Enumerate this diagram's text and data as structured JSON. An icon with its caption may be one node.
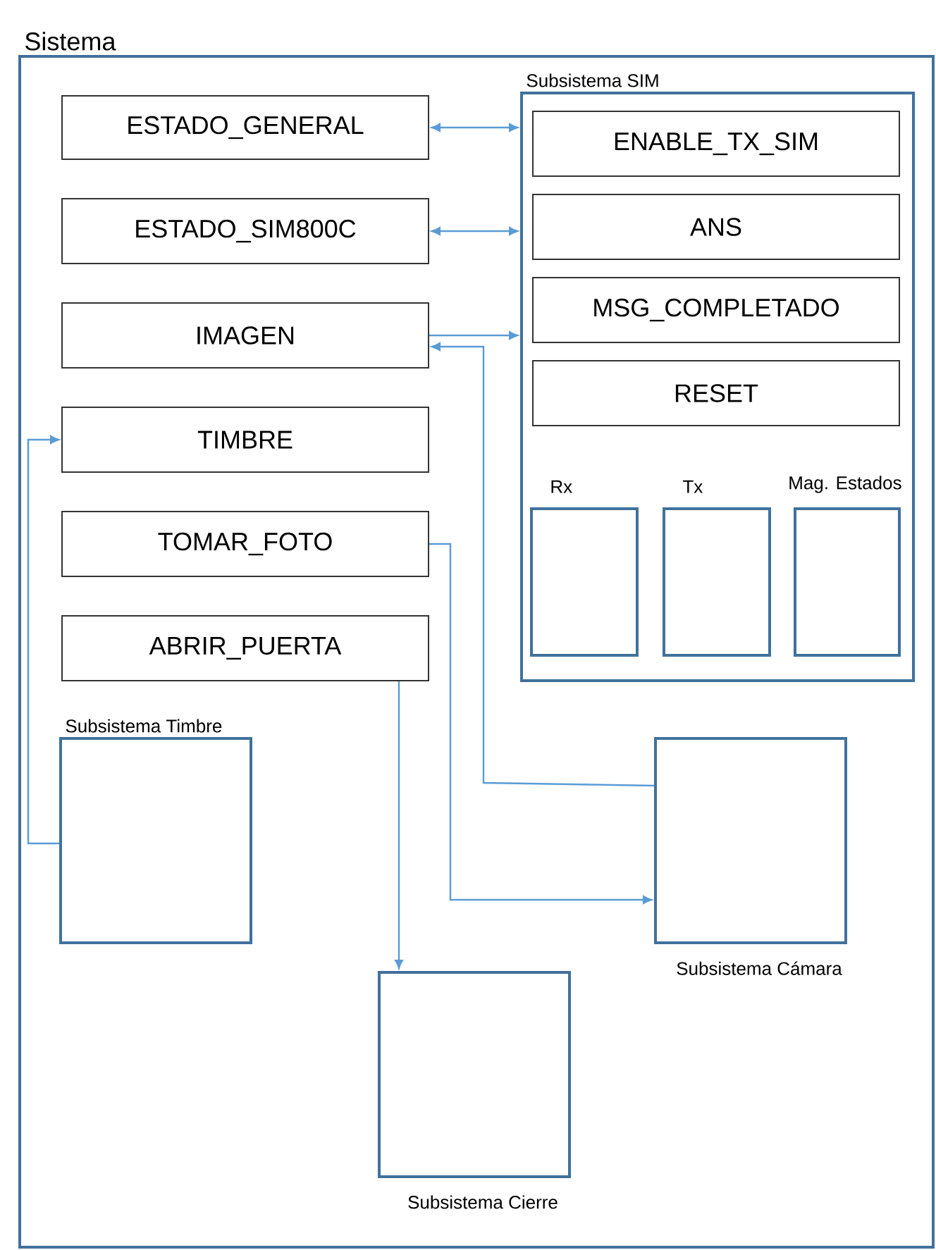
{
  "diagram": {
    "nodes": [
      {
        "text": [
          "Sistema"
        ]
      },
      {
        "text": [
          "ESTADO_GENERAL"
        ],
        "in": 0
      },
      {
        "text": [
          "ESTADO_SIM800C"
        ],
        "in": 0
      },
      {
        "text": [
          "IMAGEN"
        ],
        "in": 0
      },
      {
        "text": [
          "TIMBRE"
        ],
        "in": 0
      },
      {
        "text": [
          "TOMAR_FOTO"
        ],
        "in": 0
      },
      {
        "text": [
          "ABRIR_PUERTA"
        ],
        "in": 0
      },
      {
        "text": [
          "Subsistema SIM"
        ],
        "in": 0
      },
      {
        "text": [
          "ENABLE_TX_SIM"
        ],
        "in": 7
      },
      {
        "text": [
          "ANS"
        ],
        "in": 7
      },
      {
        "text": [
          "MSG_COMPLETADO"
        ],
        "in": 7
      },
      {
        "text": [
          "RESET"
        ],
        "in": 7
      },
      {
        "text": [
          "Rx"
        ],
        "in": 7
      },
      {
        "text": [
          "Tx"
        ],
        "in": 7
      },
      {
        "text": [
          "Mag. Estados"
        ],
        "in": 7
      },
      {
        "text": [
          "Subsistema Timbre"
        ],
        "in": 0
      },
      {
        "text": [
          "Subsistema Cámara"
        ],
        "in": 0
      },
      {
        "text": [
          "Subsistema Cierre"
        ],
        "in": 0
      }
    ],
    "edges": [
      {
        "from": 1,
        "to": 7,
        "arrow": "both"
      },
      {
        "from": 2,
        "to": 7,
        "arrow": "both"
      },
      {
        "from": 3,
        "to": 7,
        "arrow": "to"
      },
      {
        "from": 16,
        "to": 3,
        "arrow": "to"
      },
      {
        "from": 15,
        "to": 4,
        "arrow": "to"
      },
      {
        "from": 5,
        "to": 16,
        "arrow": "to"
      },
      {
        "from": 6,
        "to": 17,
        "arrow": "to"
      }
    ]
  }
}
